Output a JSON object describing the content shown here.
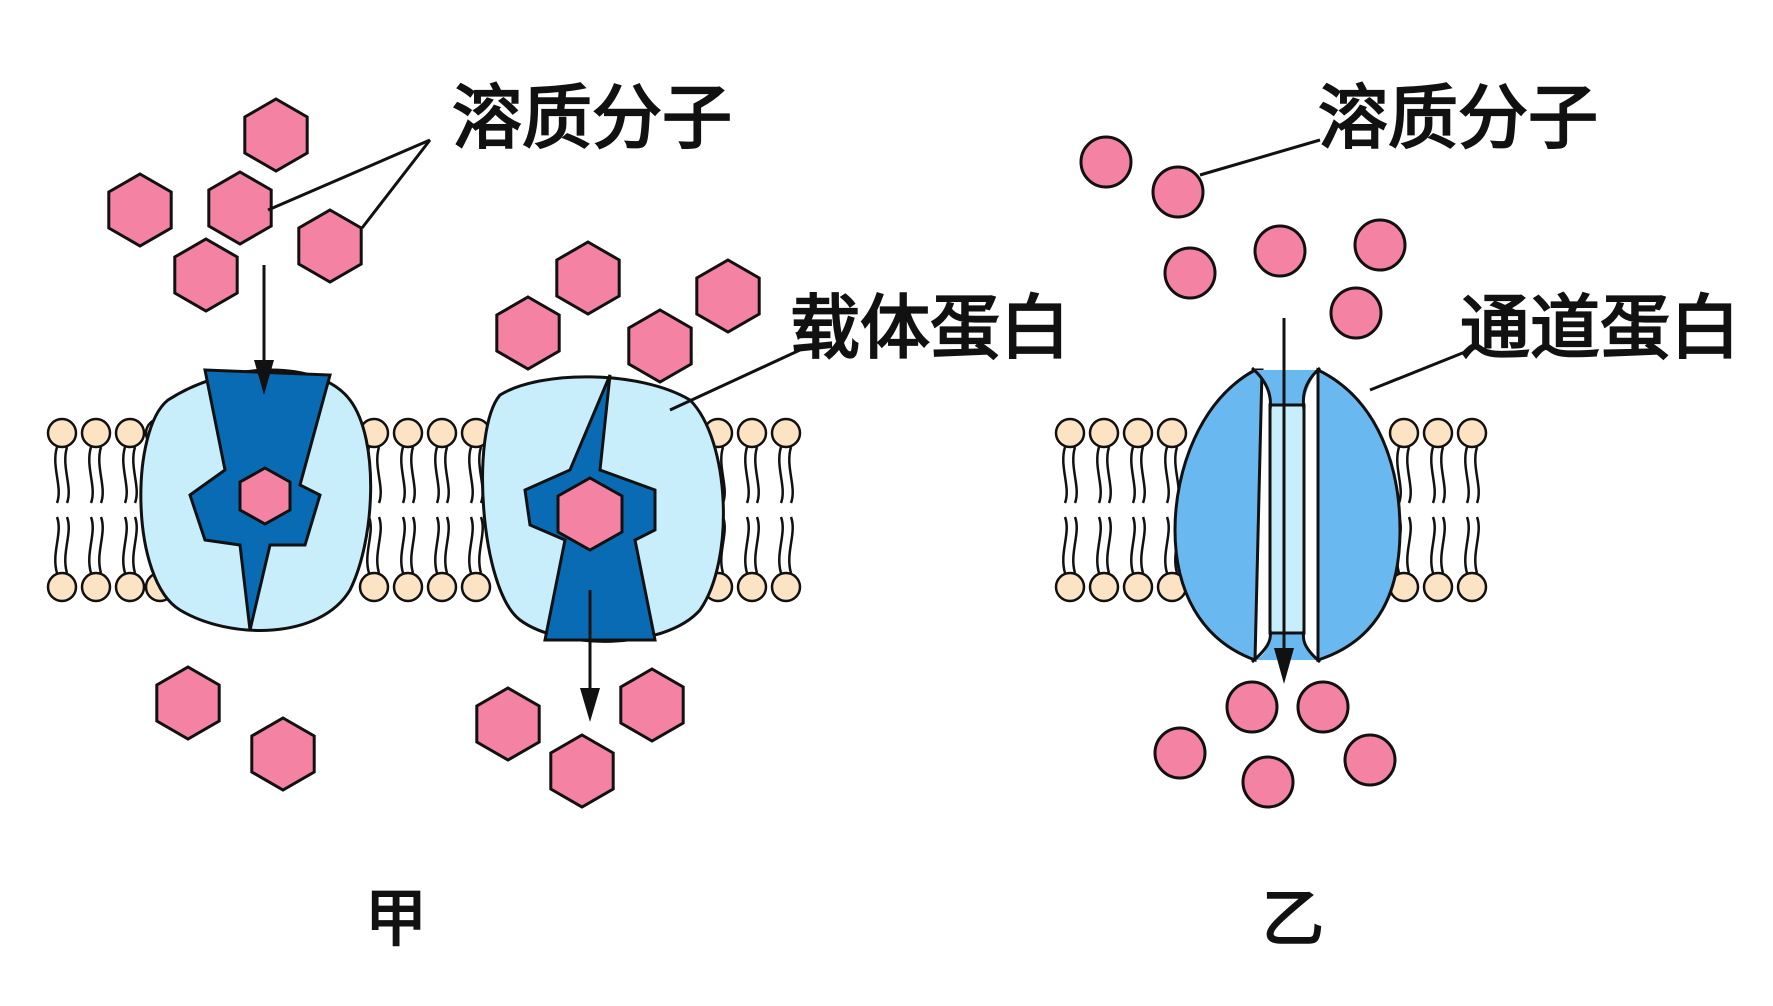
{
  "panels": {
    "left": {
      "caption": "甲",
      "solute_label": "溶质分子",
      "carrier_label": "载体蛋白"
    },
    "right": {
      "caption": "乙",
      "solute_label": "溶质分子",
      "channel_label": "通道蛋白"
    }
  },
  "colors": {
    "solute": "#f483a3",
    "carrier_light": "#c7eefa",
    "carrier_dark": "#0a6bb5",
    "channel_body": "#6ab8f0",
    "channel_pore": "#c7eefa",
    "lipid_head": "#fbe3c4",
    "outline": "#111111"
  }
}
